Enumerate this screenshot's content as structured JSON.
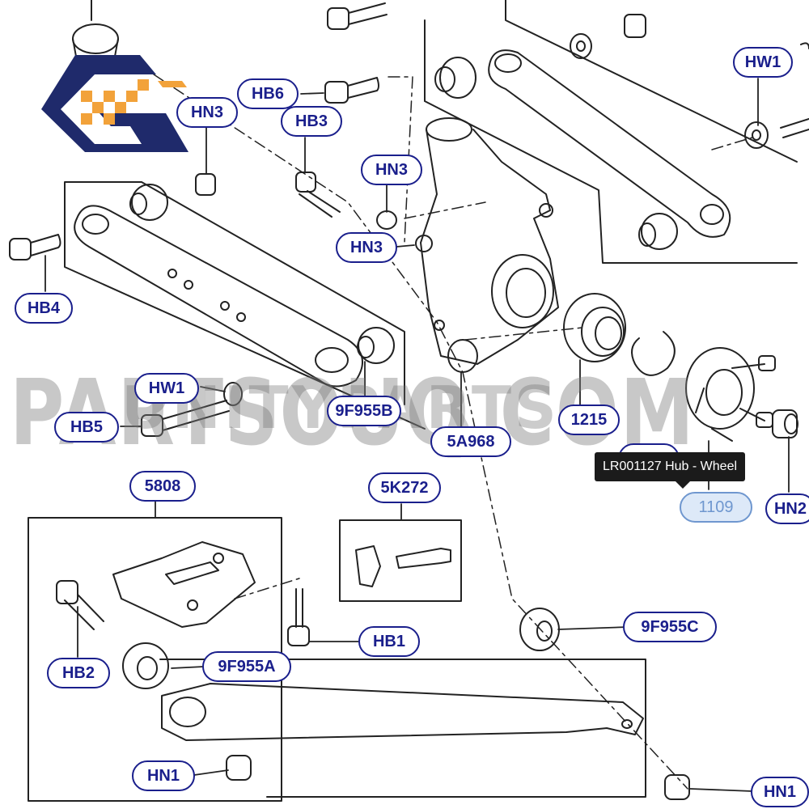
{
  "logo": {
    "icon": "checkered-g-logo",
    "colors": {
      "navy": "#1f2a6b",
      "orange": "#f2a23a"
    }
  },
  "watermark": {
    "text": "PARTSOUQ.COM",
    "text2": "UNITYPARTS"
  },
  "tooltip": {
    "text": "LR001127 Hub - Wheel"
  },
  "callouts": {
    "hw1_top": "HW1",
    "hb6": "HB6",
    "hn3_a": "HN3",
    "hb3": "HB3",
    "hn3_b": "HN3",
    "hn3_c": "HN3",
    "hb4": "HB4",
    "hw1_mid": "HW1",
    "hb5": "HB5",
    "f9955b": "9F955B",
    "a5968": "5A968",
    "n1215": "1215",
    "n1109": "1109",
    "hn2": "HN2",
    "n5808": "5808",
    "k5272": "5K272",
    "hb1": "HB1",
    "hb2": "HB2",
    "f9955a": "9F955A",
    "f9955c": "9F955C",
    "hn1_left": "HN1",
    "hn1_right": "HN1"
  },
  "colors": {
    "callout_border": "#1a1f8c",
    "highlight": "#6f97cf",
    "line": "#222222"
  }
}
